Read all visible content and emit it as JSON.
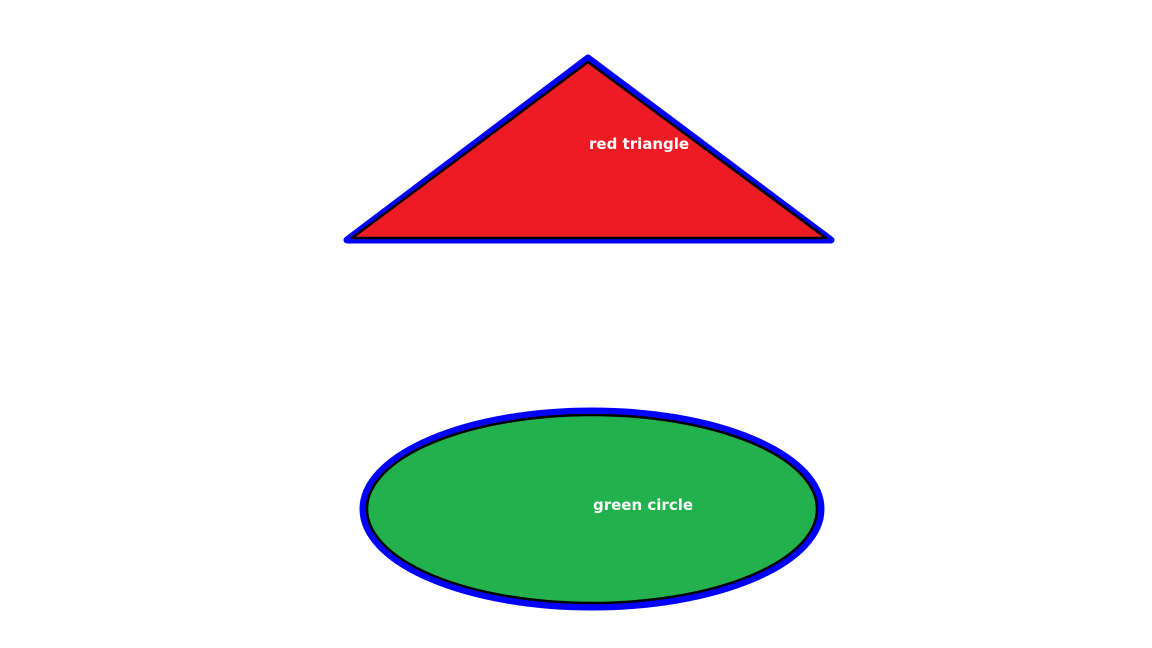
{
  "colors": {
    "background": "#ffffff",
    "outline_outer": "#0000ff",
    "outline_inner": "#000000",
    "label_text": "#ffffff"
  },
  "shapes": [
    {
      "kind": "triangle",
      "label": "red triangle",
      "fill": "#ed1c24"
    },
    {
      "kind": "ellipse",
      "label": "green circle",
      "fill": "#22b14c"
    }
  ]
}
